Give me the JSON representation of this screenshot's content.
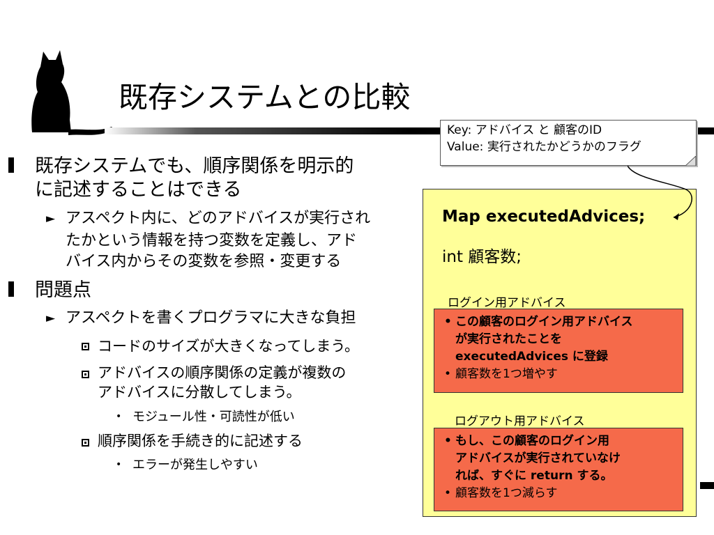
{
  "title": "既存システムとの比較",
  "bullets": {
    "b1": {
      "line1": "既存システムでも、順序関係を明示的",
      "line2": "に記述することはできる"
    },
    "b1_sub": {
      "line1": "アスペクト内に、どのアドバイスが実行され",
      "line2": "たかという情報を持つ変数を定義し、アド",
      "line3": "バイス内からその変数を参照・変更する"
    },
    "b2": "問題点",
    "b2_sub": "アスペクトを書くプログラマに大きな負担",
    "b2_items": {
      "i1": "コードのサイズが大きくなってしまう。",
      "i2_line1": "アドバイスの順序関係の定義が複数の",
      "i2_line2": "アドバイスに分散してしまう。",
      "i2_sub": "モジュール性・可読性が低い",
      "i3": "順序関係を手続き的に記述する",
      "i3_sub": "エラーが発生しやすい"
    }
  },
  "note": {
    "line1": "Key: アドバイス と 顧客のID",
    "line2": "Value: 実行されたかどうかのフラグ"
  },
  "code": {
    "map": "Map executedAdvices;",
    "int": "int 顧客数;"
  },
  "login": {
    "caption": "ログイン用アドバイス",
    "l1": "この顧客のログイン用アドバイス",
    "l2": "が実行されたことを",
    "l3a": "executedAdvices",
    "l3b": " に登録",
    "l4": "顧客数を1つ増やす"
  },
  "logout": {
    "caption": "ログアウト用アドバイス",
    "l1": "もし、この顧客のログイン用",
    "l2": "アドバイスが実行されていなけ",
    "l3a": "れば、すぐに ",
    "l3b": "return",
    "l3c": " する。",
    "l4": "顧客数を1つ減らす"
  },
  "colors": {
    "panel": "#ffff99",
    "redbox": "#f56a4a"
  }
}
